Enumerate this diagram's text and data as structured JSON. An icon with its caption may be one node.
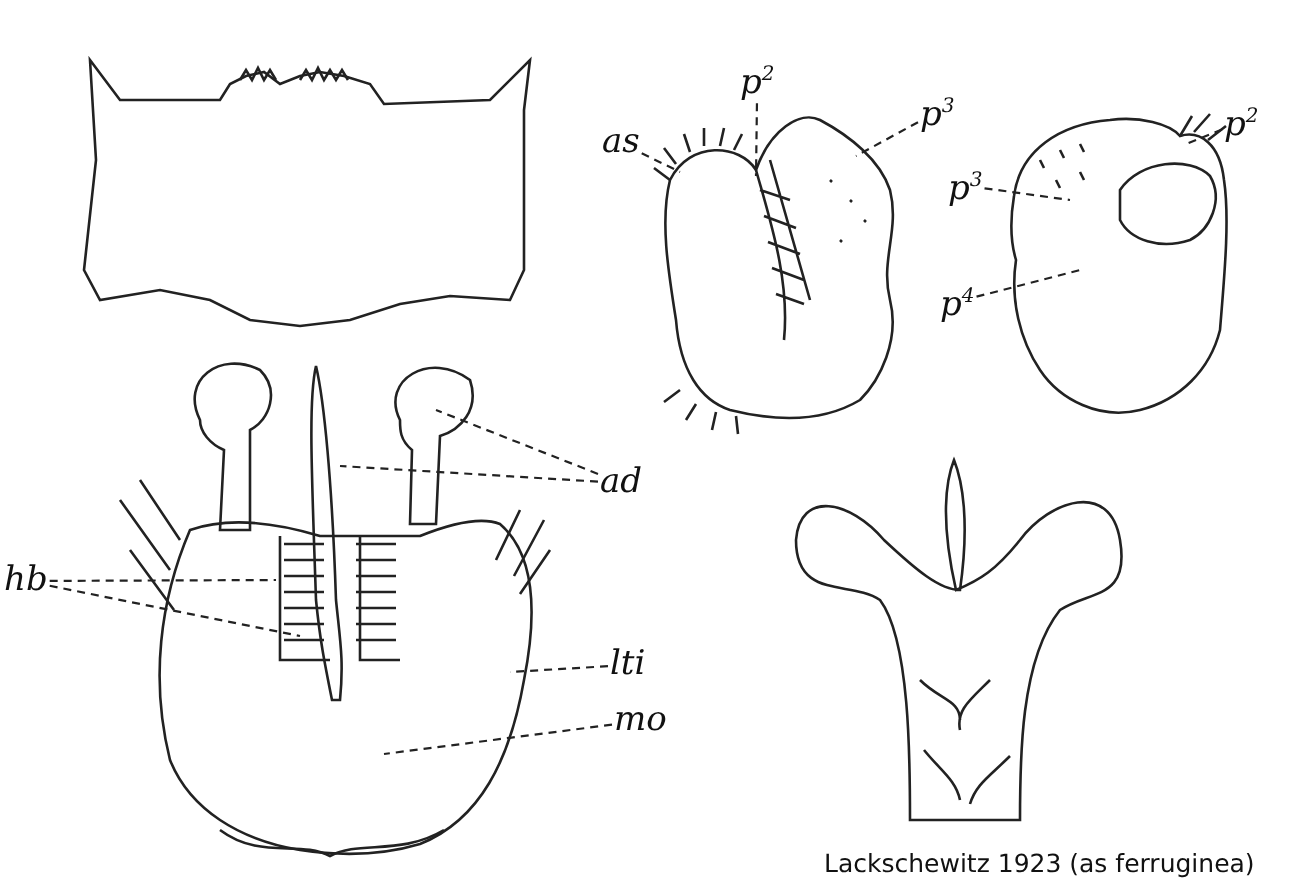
{
  "diagram": {
    "caption": "Lackschewitz 1923 (as ferruginea)",
    "nodes": [
      {
        "text": [
          "as"
        ]
      },
      {
        "text": [
          "p$^{2}$"
        ]
      },
      {
        "text": [
          "p$^{3}$"
        ]
      },
      {
        "text": [
          "p$^{3}$"
        ]
      },
      {
        "text": [
          "p$^{2}$"
        ]
      },
      {
        "text": [
          "p$^{4}$"
        ]
      },
      {
        "text": [
          "ad"
        ]
      },
      {
        "text": [
          "hb"
        ]
      },
      {
        "text": [
          "lti"
        ]
      },
      {
        "text": [
          "mo"
        ]
      },
      {
        "text": [],
        "shape": "picture"
      },
      {
        "text": [],
        "shape": "picture"
      },
      {
        "text": [],
        "shape": "picture"
      }
    ],
    "edges": [
      {
        "from": 0,
        "to": 10,
        "arrow": "none",
        "style": "dashed"
      },
      {
        "from": 1,
        "to": 10,
        "arrow": "none",
        "style": "dashed"
      },
      {
        "from": 2,
        "to": 10,
        "arrow": "none",
        "style": "dashed"
      },
      {
        "from": 3,
        "to": 11,
        "arrow": "none",
        "style": "dashed"
      },
      {
        "from": 4,
        "to": 11,
        "arrow": "none",
        "style": "dashed"
      },
      {
        "from": 5,
        "to": 11,
        "arrow": "none",
        "style": "dashed"
      },
      {
        "from": 6,
        "to": 12,
        "arrow": "none",
        "style": "dashed"
      },
      {
        "from": 6,
        "to": 12,
        "arrow": "none",
        "style": "dashed"
      },
      {
        "from": 7,
        "to": 12,
        "arrow": "none",
        "style": "dashed"
      },
      {
        "from": 7,
        "to": 12,
        "arrow": "none",
        "style": "dashed"
      },
      {
        "from": 8,
        "to": 12,
        "arrow": "none",
        "style": "dashed"
      },
      {
        "from": 9,
        "to": 12,
        "arrow": "none",
        "style": "dashed"
      }
    ]
  }
}
